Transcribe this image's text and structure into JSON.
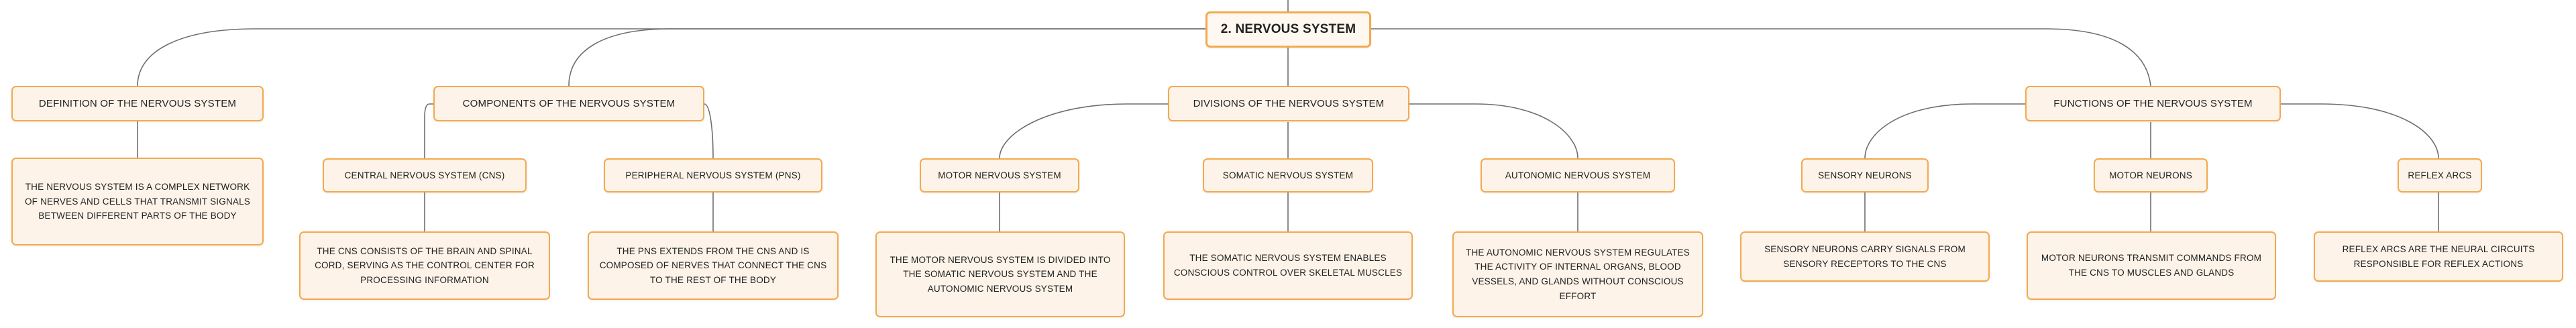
{
  "root": {
    "label": "2. NERVOUS SYSTEM"
  },
  "topics": [
    {
      "key": "definition",
      "label": "DEFINITION OF THE NERVOUS SYSTEM",
      "description": "THE NERVOUS SYSTEM IS A COMPLEX NETWORK OF NERVES AND CELLS THAT TRANSMIT SIGNALS BETWEEN DIFFERENT PARTS OF THE BODY"
    },
    {
      "key": "components",
      "label": "COMPONENTS OF THE NERVOUS SYSTEM",
      "children": [
        {
          "key": "cns",
          "label": "CENTRAL NERVOUS SYSTEM (CNS)",
          "description": "THE CNS CONSISTS OF THE BRAIN AND SPINAL CORD, SERVING AS THE CONTROL CENTER FOR PROCESSING INFORMATION"
        },
        {
          "key": "pns",
          "label": "PERIPHERAL NERVOUS SYSTEM (PNS)",
          "description": "THE PNS EXTENDS FROM THE CNS AND IS COMPOSED OF NERVES THAT CONNECT THE CNS TO THE REST OF THE BODY"
        }
      ]
    },
    {
      "key": "divisions",
      "label": "DIVISIONS OF THE NERVOUS SYSTEM",
      "children": [
        {
          "key": "motor-ns",
          "label": "MOTOR NERVOUS SYSTEM",
          "description": "THE MOTOR NERVOUS SYSTEM IS DIVIDED INTO THE SOMATIC NERVOUS SYSTEM AND THE AUTONOMIC NERVOUS SYSTEM"
        },
        {
          "key": "somatic",
          "label": "SOMATIC NERVOUS SYSTEM",
          "description": "THE SOMATIC NERVOUS SYSTEM ENABLES CONSCIOUS CONTROL OVER SKELETAL MUSCLES"
        },
        {
          "key": "autonomic",
          "label": "AUTONOMIC NERVOUS SYSTEM",
          "description": "THE AUTONOMIC NERVOUS SYSTEM REGULATES THE ACTIVITY OF INTERNAL ORGANS, BLOOD VESSELS, AND GLANDS WITHOUT CONSCIOUS EFFORT"
        }
      ]
    },
    {
      "key": "functions",
      "label": "FUNCTIONS OF THE NERVOUS SYSTEM",
      "children": [
        {
          "key": "sensory",
          "label": "SENSORY NEURONS",
          "description": "SENSORY NEURONS CARRY SIGNALS FROM SENSORY RECEPTORS TO THE CNS"
        },
        {
          "key": "motor-neurons",
          "label": "MOTOR NEURONS",
          "description": "MOTOR NEURONS TRANSMIT COMMANDS FROM THE CNS TO MUSCLES AND GLANDS"
        },
        {
          "key": "reflex",
          "label": "REFLEX ARCS",
          "description": "REFLEX ARCS ARE THE NEURAL CIRCUITS RESPONSIBLE FOR REFLEX ACTIONS"
        }
      ]
    }
  ]
}
